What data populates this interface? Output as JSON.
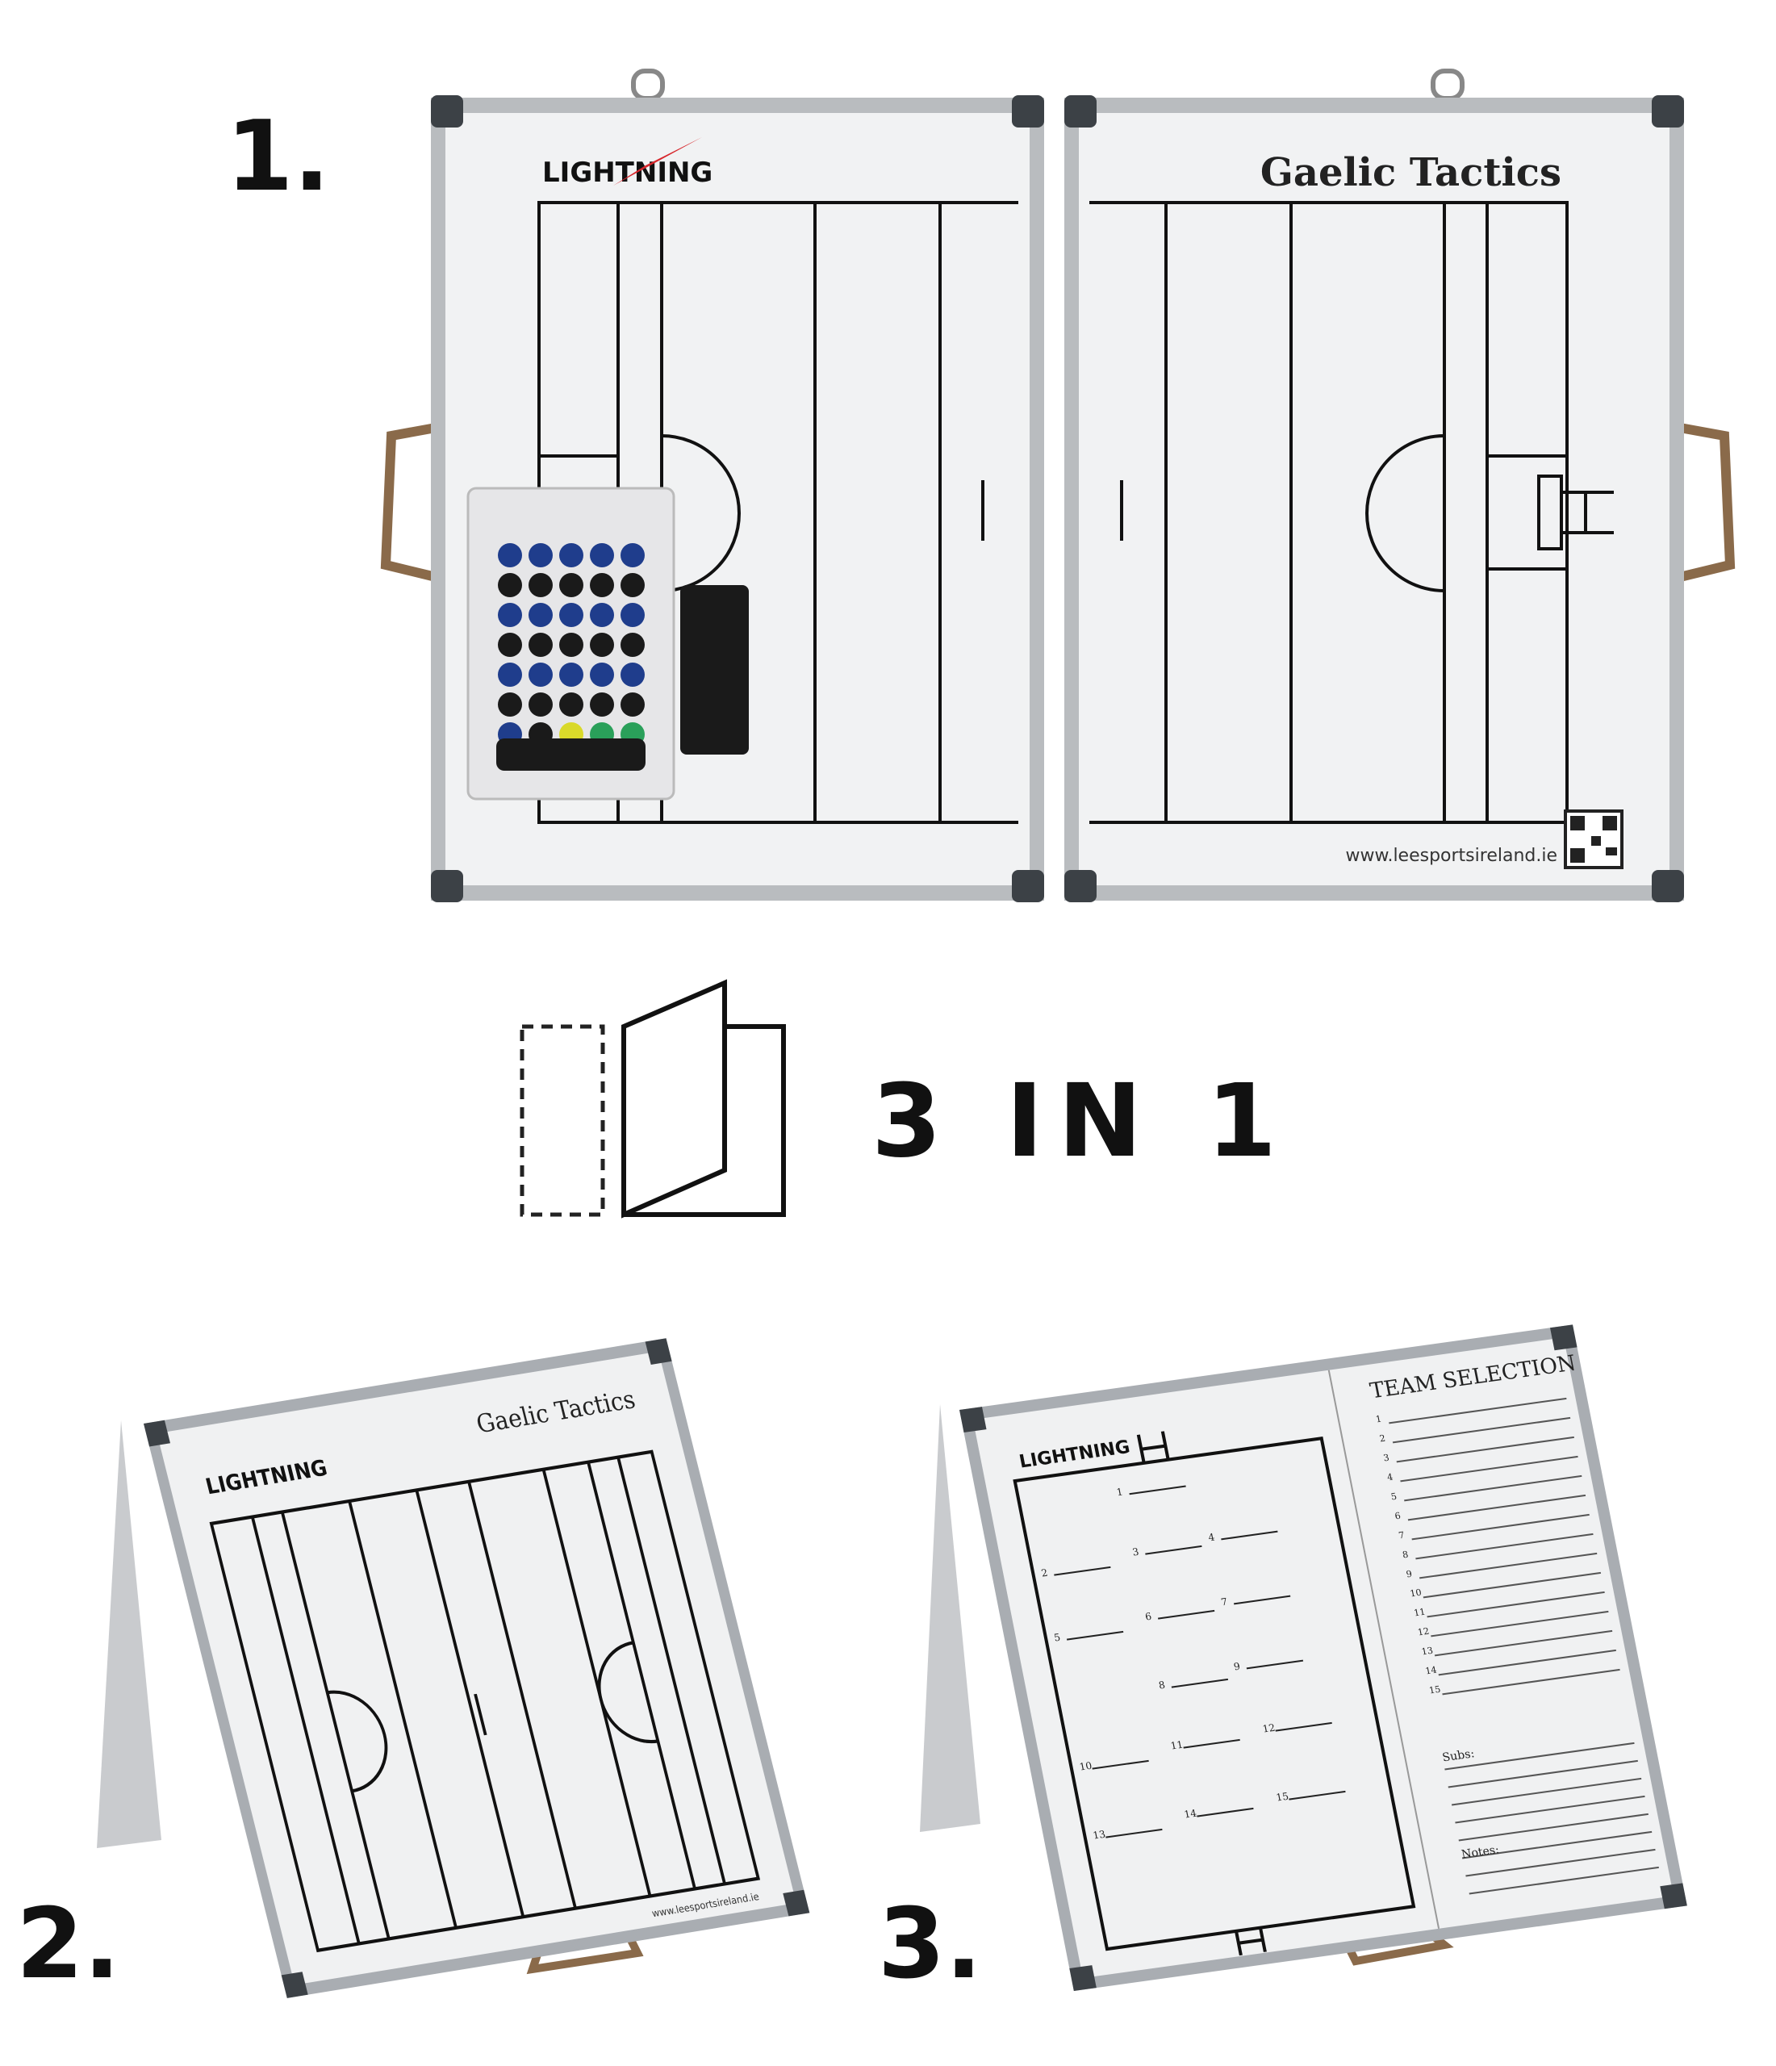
{
  "labels": {
    "step1": "1.",
    "step2": "2.",
    "step3": "3.",
    "three_in_one": "3 IN 1"
  },
  "board": {
    "logo": "LIGHTNING",
    "title": "Gaelic Tactics",
    "website": "www.leesportsireland.ie",
    "team_selection_title": "TEAM SELECTION",
    "positions": [
      "1",
      "2",
      "3",
      "4",
      "5",
      "6",
      "7",
      "8",
      "9",
      "10",
      "11",
      "12",
      "13",
      "14",
      "15"
    ],
    "subs_label": "Subs:",
    "notes_label": "Notes:"
  },
  "colors": {
    "frame": "#b9bcbf",
    "corner": "#3c4146",
    "board": "#f1f2f3",
    "magnet_blue": "#1f3d8c",
    "magnet_black": "#1a1a1a",
    "logo_accent": "#d7262b",
    "handle": "#8a6a4a"
  }
}
